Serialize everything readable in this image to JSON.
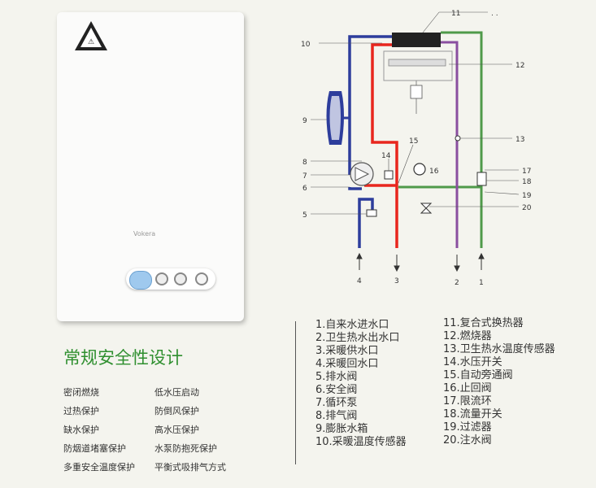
{
  "boiler": {
    "brand": "Vokera",
    "warning_icon": "warning-triangle-icon"
  },
  "diagram": {
    "top_label_right": ". ."
  },
  "safety_heading": "常规安全性设计",
  "features": {
    "left": [
      "密闭燃烧",
      "过热保护",
      "缺水保护",
      "防烟道堵塞保护",
      "多重安全温度保护"
    ],
    "right": [
      "低水压启动",
      "防倒风保护",
      "高水压保护",
      "水泵防抱死保护",
      "平衡式吸排气方式"
    ]
  },
  "legend": {
    "left": [
      "1.自来水进水口",
      "2.卫生热水出水口",
      "3.采暖供水口",
      "4.采暖回水口",
      "5.排水阀",
      "6.安全阀",
      "7.循环泵",
      "8.排气阀",
      "9.膨胀水箱",
      "10.采暖温度传感器"
    ],
    "right": [
      "11.复合式换热器",
      "12.燃烧器",
      "13.卫生热水温度传感器",
      "14.水压开关",
      "15.自动旁通阀",
      "16.止回阀",
      "17.限流环",
      "18.流量开关",
      "19.过滤器",
      "20.注水阀"
    ]
  },
  "colors": {
    "blue_pipe": "#2d3d9c",
    "red_pipe": "#e8261e",
    "green_pipe": "#4f9a4a",
    "purple_pipe": "#8a4fa0",
    "heading_green": "#2f8f2f"
  }
}
